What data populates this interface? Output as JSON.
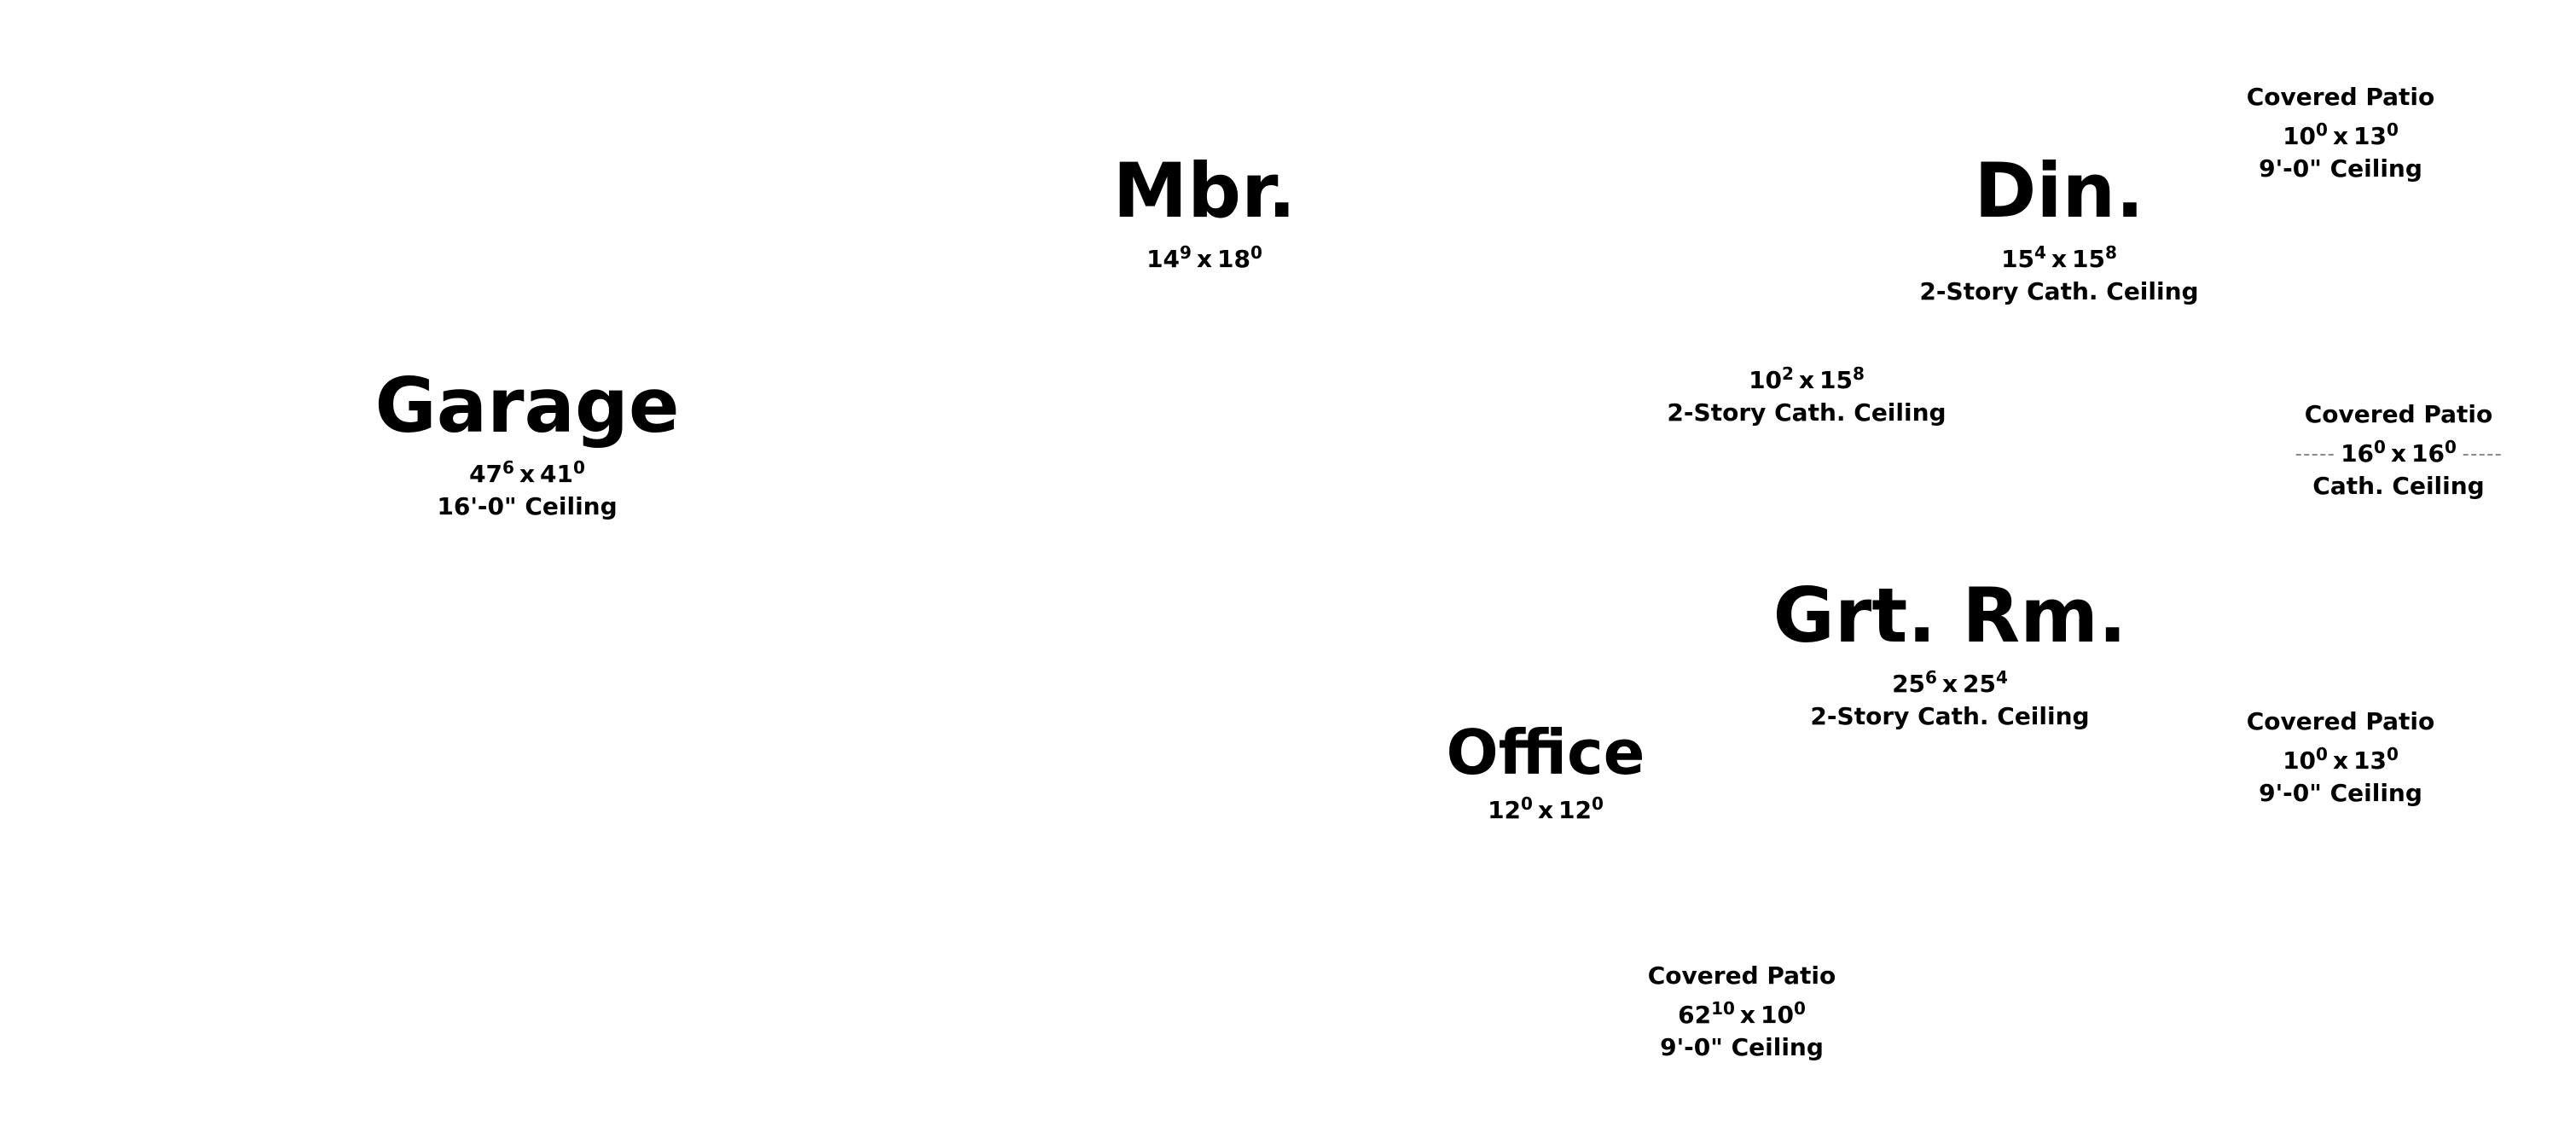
{
  "rooms": {
    "garage": {
      "name": "Garage",
      "w_ft": "47",
      "w_in": "6",
      "d_ft": "41",
      "d_in": "0",
      "ceiling": "16'-0\" Ceiling"
    },
    "mbr": {
      "name": "Mbr.",
      "w_ft": "14",
      "w_in": "9",
      "d_ft": "18",
      "d_in": "0"
    },
    "din": {
      "name": "Din.",
      "w_ft": "15",
      "w_in": "4",
      "d_ft": "15",
      "d_in": "8",
      "ceiling": "2-Story Cath. Ceiling"
    },
    "foyer": {
      "w_ft": "10",
      "w_in": "2",
      "d_ft": "15",
      "d_in": "8",
      "ceiling": "2-Story Cath. Ceiling"
    },
    "grt_rm": {
      "name": "Grt. Rm.",
      "w_ft": "25",
      "w_in": "6",
      "d_ft": "25",
      "d_in": "4",
      "ceiling": "2-Story Cath. Ceiling"
    },
    "office": {
      "name": "Office",
      "w_ft": "12",
      "w_in": "0",
      "d_ft": "12",
      "d_in": "0"
    },
    "patio_top": {
      "name": "Covered Patio",
      "w_ft": "10",
      "w_in": "0",
      "d_ft": "13",
      "d_in": "0",
      "ceiling": "9'-0\" Ceiling"
    },
    "patio_mid": {
      "name": "Covered Patio",
      "w_ft": "16",
      "w_in": "0",
      "d_ft": "16",
      "d_in": "0",
      "ceiling": "Cath. Ceiling"
    },
    "patio_right": {
      "name": "Covered Patio",
      "w_ft": "10",
      "w_in": "0",
      "d_ft": "13",
      "d_in": "0",
      "ceiling": "9'-0\" Ceiling"
    },
    "patio_bottom": {
      "name": "Covered Patio",
      "w_ft": "62",
      "w_in": "10",
      "d_ft": "10",
      "d_in": "0",
      "ceiling": "9'-0\" Ceiling"
    }
  }
}
